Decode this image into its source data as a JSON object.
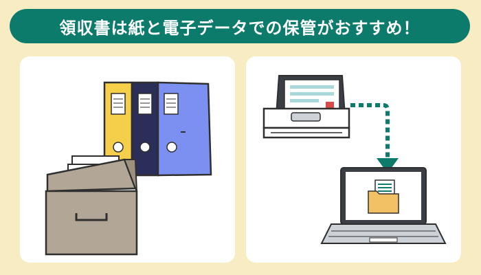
{
  "title": "領収書は紙と電子データでの保管がおすすめ！",
  "panels": {
    "left": {
      "illustration": "paper-storage",
      "items": [
        "binder-icon",
        "file-drawer-icon"
      ]
    },
    "right": {
      "illustration": "digital-storage",
      "items": [
        "document-scanner-icon",
        "arrow-icon",
        "laptop-icon",
        "folder-icon"
      ]
    }
  },
  "colors": {
    "background": "#f7ecc2",
    "accent": "#0d7b6c",
    "panel": "#ffffff",
    "binder_yellow": "#f5cf4a",
    "binder_navy": "#2b2e58",
    "binder_blue": "#7b90f0",
    "drawer": "#b2a697",
    "folder": "#f2c166",
    "outline": "#2f2f2f"
  }
}
